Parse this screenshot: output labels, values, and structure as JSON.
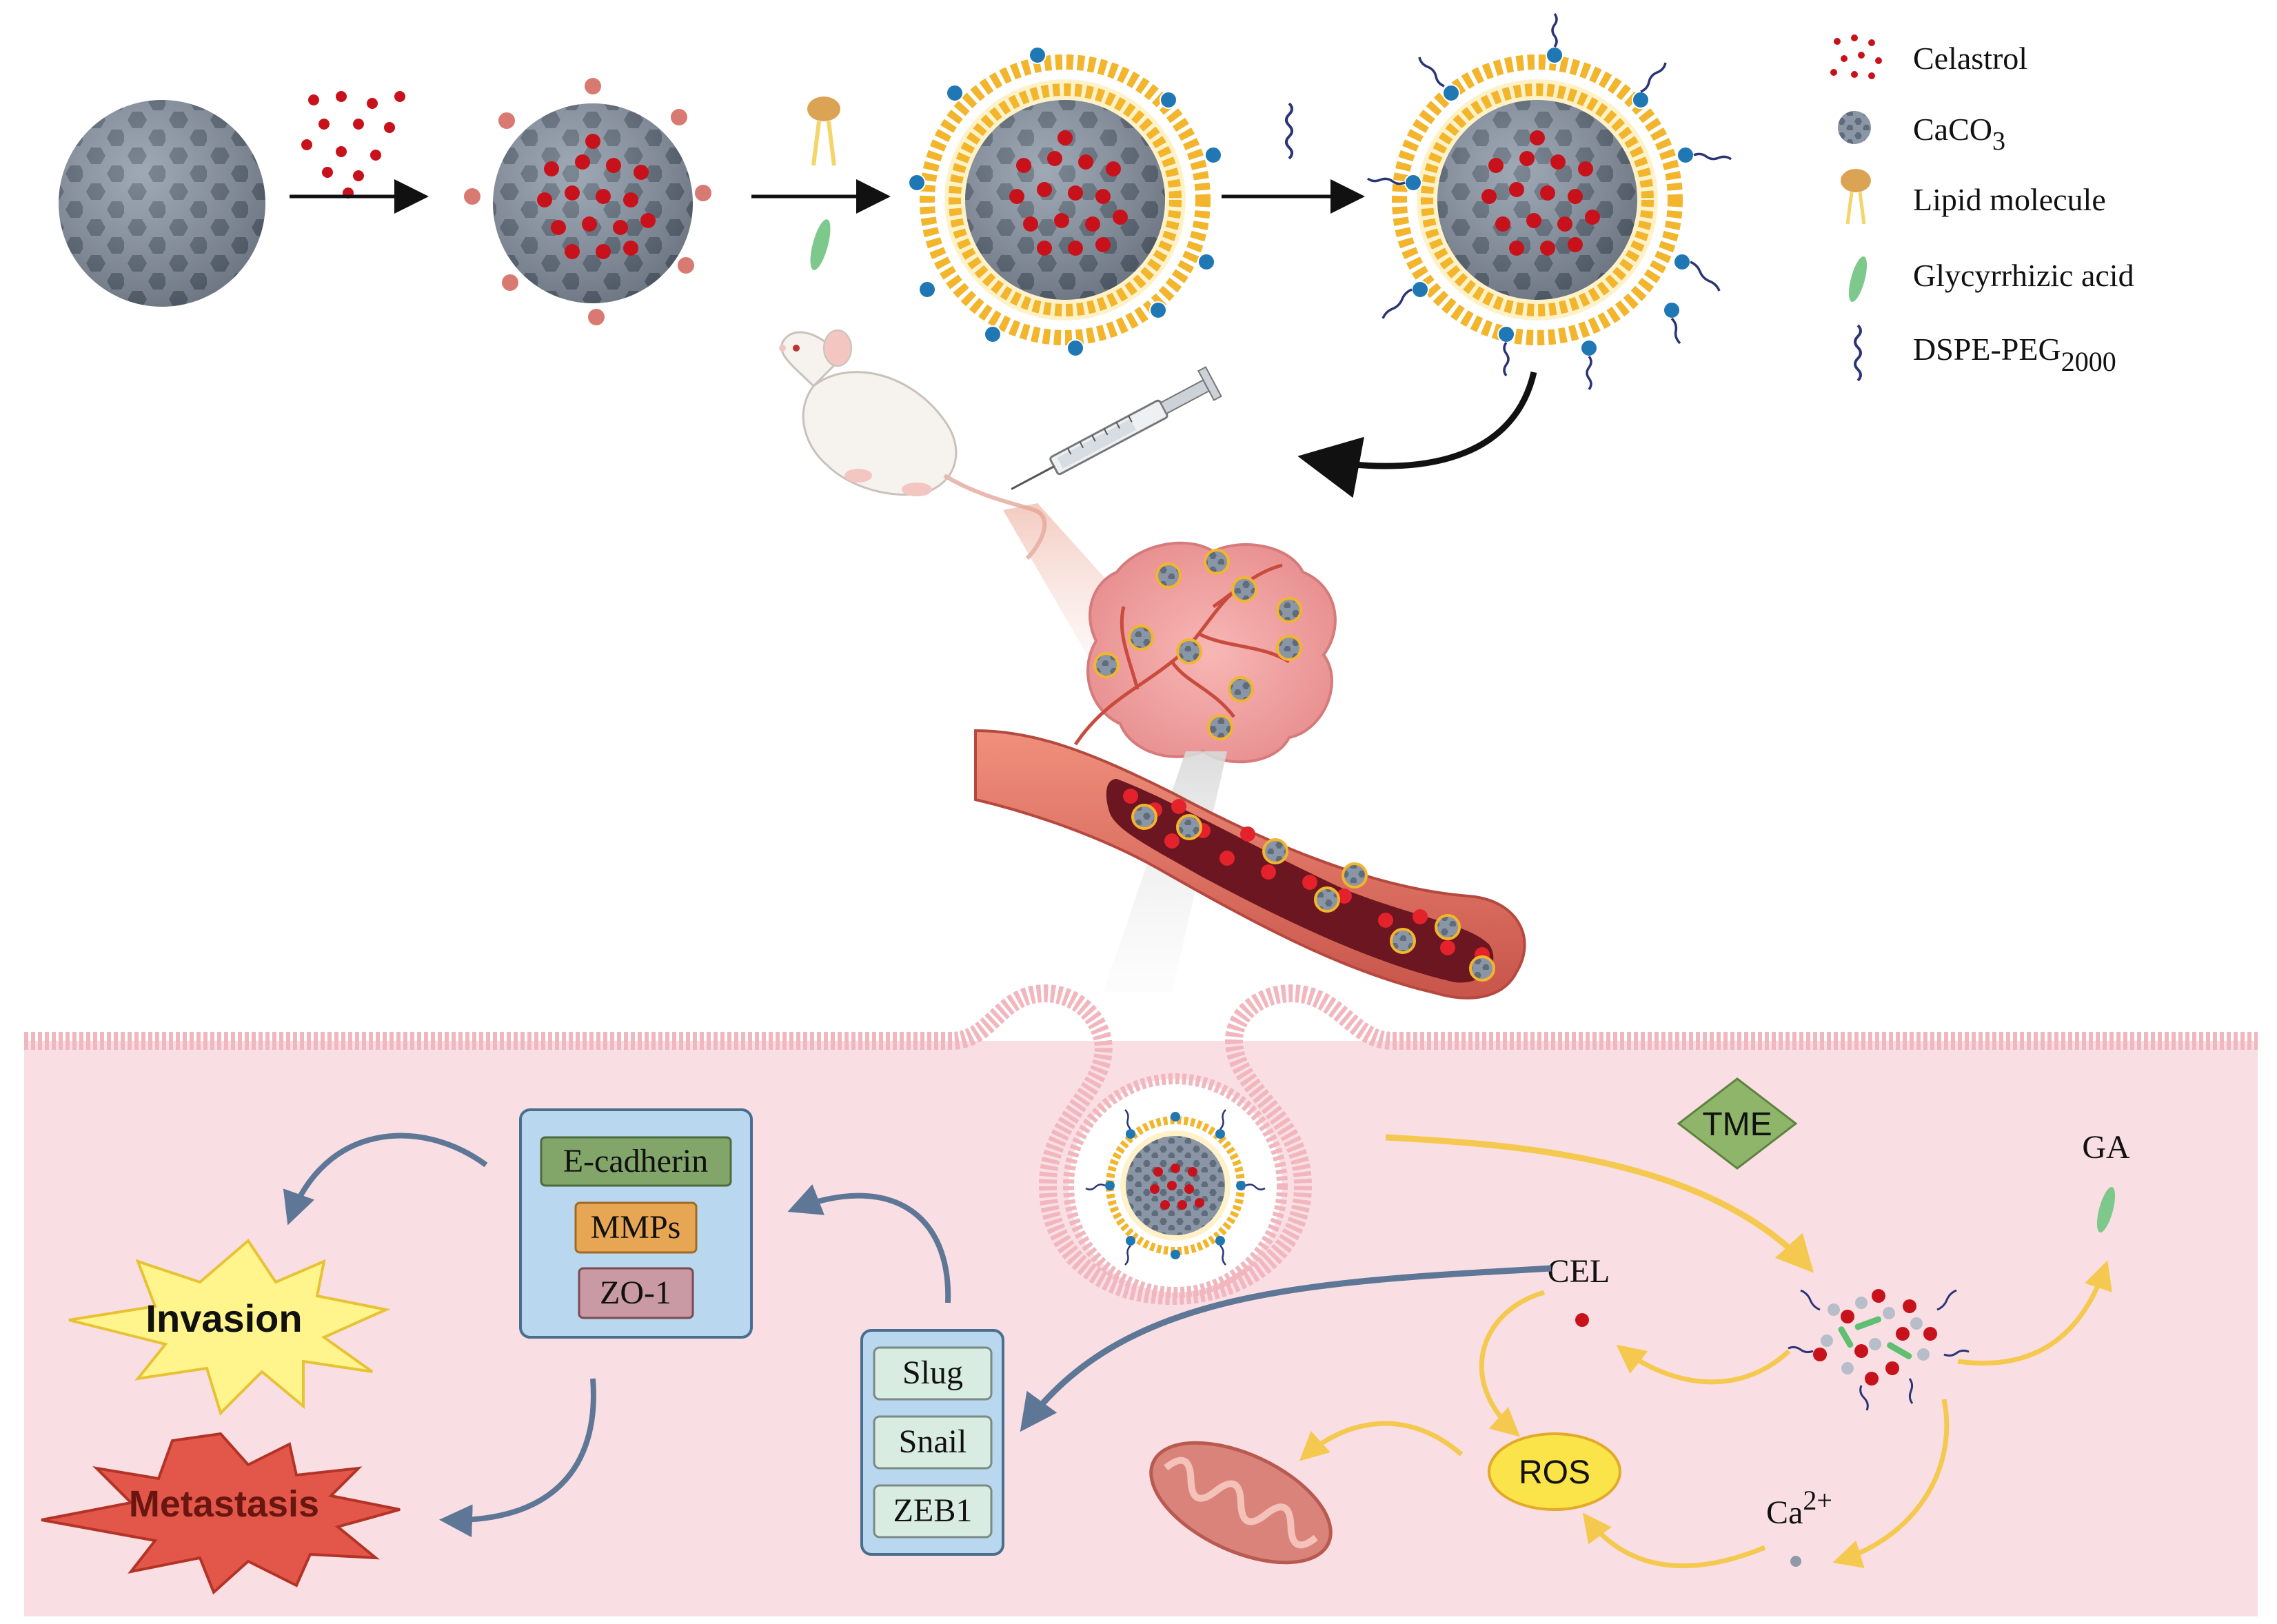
{
  "legend": {
    "celastrol": "Celastrol",
    "caco3_main": "CaCO",
    "caco3_sub": "3",
    "lipid": "Lipid molecule",
    "glycyrrhizic": "Glycyrrhizic acid",
    "dspe_main": "DSPE-PEG",
    "dspe_sub": "2000"
  },
  "markers": {
    "tme": "TME"
  },
  "products": {
    "ga": "GA",
    "cel": "CEL",
    "ros": "ROS",
    "ca_main": "Ca",
    "ca_sup": "2+"
  },
  "markers_upper": {
    "e_cadherin": "E-cadherin",
    "mmps": "MMPs",
    "zo1": "ZO-1"
  },
  "markers_lower": {
    "slug": "Slug",
    "snail": "Snail",
    "zeb1": "ZEB1"
  },
  "outcomes": {
    "invasion": "Invasion",
    "metastasis": "Metastasis"
  },
  "colors": {
    "celastrol_red": "#c8121b",
    "caco3_grey": "#8793a1",
    "lipid_yellow": "#f2b52c",
    "ga_green": "#7cc98b",
    "peg_navy": "#2b3475",
    "charge_blue": "#1f78b4",
    "cell_pink": "#f9dfe3",
    "membrane_pink": "#f1b6be",
    "flow_yellow": "#f5c94f",
    "flow_steel": "#5e7796"
  }
}
